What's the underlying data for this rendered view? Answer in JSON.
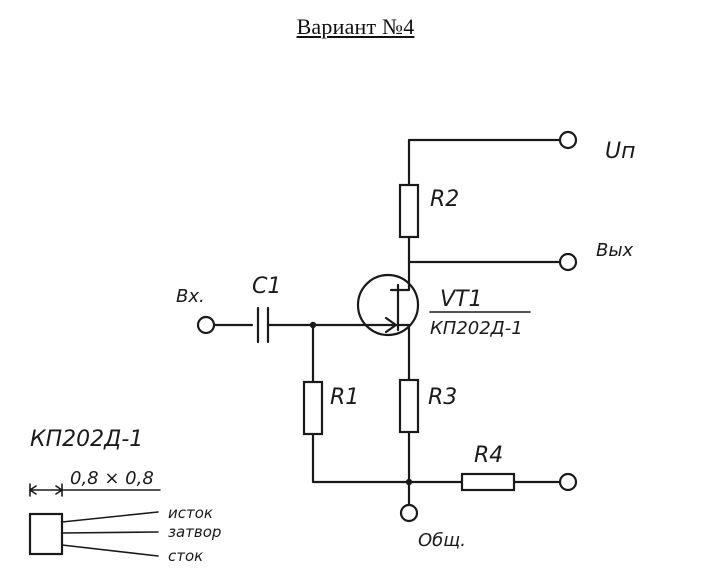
{
  "header": {
    "title": "Вариант №4"
  },
  "schematic": {
    "labels": {
      "supply": "Uп",
      "output": "Вых",
      "input": "Вх.",
      "ground": "Общ.",
      "c1": "C1",
      "r1": "R1",
      "r2": "R2",
      "r3": "R3",
      "r4": "R4",
      "vt1": "VT1",
      "vt1_part": "КП202Д-1"
    }
  },
  "package": {
    "title": "КП202Д-1",
    "dimension": "0,8 × 0,8",
    "pins": {
      "source": "исток",
      "gate": "затвор",
      "drain": "сток"
    }
  }
}
